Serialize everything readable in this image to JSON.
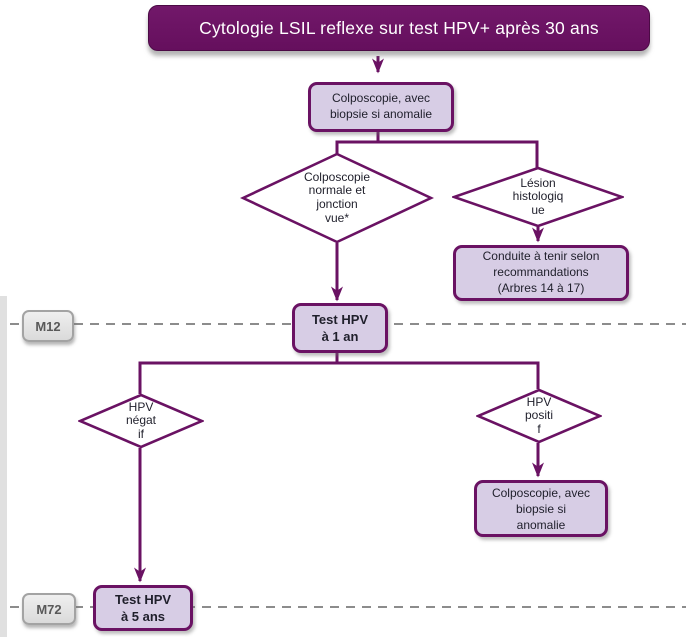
{
  "title": "Cytologie LSIL reflexe sur test HPV+ après 30 ans",
  "colors": {
    "accent_purple": "#6a1263",
    "node_fill": "#d7cde5",
    "timeline_gray": "#8c8c8c",
    "title_text": "#ffffff"
  },
  "timeline": {
    "m12_label": "M12",
    "m72_label": "M72"
  },
  "nodes": {
    "colposcopy_initial": {
      "lines": [
        "Colposcopie, avec",
        "biopsie si anomalie"
      ]
    },
    "colposcopy_normal": {
      "lines": [
        "Colposcopie",
        "normale et",
        "jonction",
        "vue*"
      ]
    },
    "histologic_lesion": {
      "lines": [
        "Lésion",
        "histologiq",
        "ue"
      ]
    },
    "management": {
      "lines": [
        "Conduite à tenir selon",
        "recommandations",
        "(Arbres 14 à 17)"
      ]
    },
    "hpv_test_1yr": {
      "lines": [
        "Test HPV",
        "à 1 an"
      ]
    },
    "hpv_negative": {
      "lines": [
        "HPV",
        "négat",
        "if"
      ]
    },
    "hpv_positive": {
      "lines": [
        "HPV",
        "positi",
        "f"
      ]
    },
    "colposcopy_followup": {
      "lines": [
        "Colposcopie, avec",
        "biopsie si",
        "anomalie"
      ]
    },
    "hpv_test_5yr": {
      "lines": [
        "Test HPV",
        "à 5 ans"
      ]
    }
  }
}
